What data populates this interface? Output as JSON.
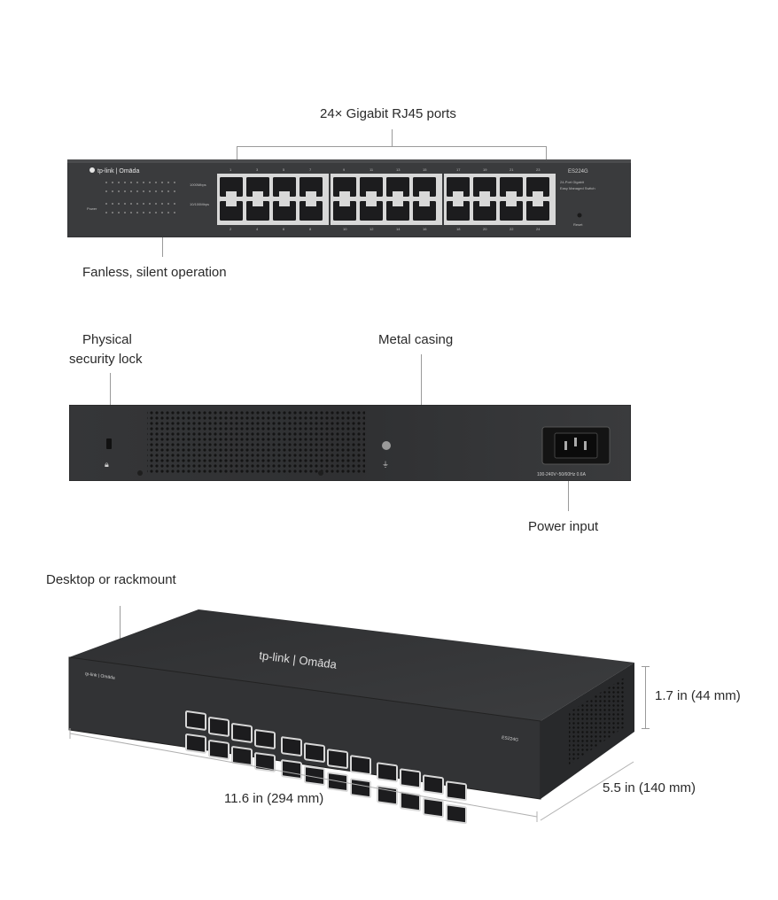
{
  "front_view": {
    "ports_callout": "24× Gigabit RJ45 ports",
    "fanless_callout": "Fanless, silent operation",
    "brand_logo": "tp-link | Omāda",
    "model": "ES224G",
    "model_desc_line1": "24-Port Gigabit",
    "model_desc_line2": "Easy Managed Switch",
    "reset_label": "Reset",
    "power_label": "Power",
    "led_labels": [
      "1000Mbps",
      "10/100Mbps"
    ],
    "top_port_numbers": [
      "1",
      "3",
      "5",
      "7",
      "9",
      "11",
      "13",
      "15",
      "17",
      "19",
      "21",
      "23"
    ],
    "bottom_port_numbers": [
      "2",
      "4",
      "6",
      "8",
      "10",
      "12",
      "14",
      "16",
      "18",
      "20",
      "22",
      "24"
    ]
  },
  "rear_view": {
    "lock_callout_line1": "Physical",
    "lock_callout_line2": "security lock",
    "casing_callout": "Metal casing",
    "power_callout": "Power input",
    "power_rating": "100-240V~50/60Hz 0.6A"
  },
  "angled_view": {
    "mount_callout": "Desktop or rackmount",
    "top_logo": "tp-link | Omāda",
    "height_dim": "1.7 in (44 mm)",
    "width_dim": "11.6  in (294 mm)",
    "depth_dim": "5.5  in (140 mm)",
    "model": "ES224G"
  },
  "colors": {
    "chassis": "#3a3b3d",
    "chassis_dark": "#2b2c2e",
    "port_fill": "#1c1c1e",
    "port_frame": "#d8d8d8",
    "callout_line": "#9a9a9a"
  }
}
